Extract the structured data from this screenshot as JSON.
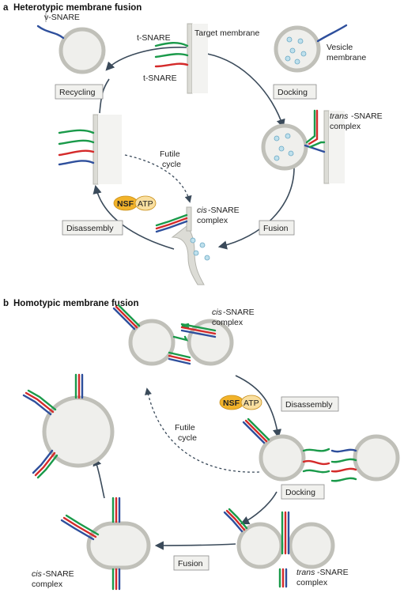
{
  "panel_a": {
    "letter": "a",
    "title": "Heterotypic membrane fusion",
    "labels": {
      "v_snare": "v-SNARE",
      "t_snare_top": "t-SNARE",
      "t_snare_bottom": "t-SNARE",
      "target_membrane": "Target membrane",
      "vesicle_membrane_1": "Vesicle",
      "vesicle_membrane_2": "membrane",
      "trans_italic": "trans",
      "trans_rest": "-SNARE",
      "trans_complex": "complex",
      "futile_1": "Futile",
      "futile_2": "cycle",
      "nsf": "NSF",
      "atp": "ATP",
      "cis_italic": "cis",
      "cis_rest": "-SNARE",
      "cis_complex": "complex"
    },
    "steps": {
      "recycling": "Recycling",
      "docking": "Docking",
      "disassembly": "Disassembly",
      "fusion": "Fusion"
    }
  },
  "panel_b": {
    "letter": "b",
    "title": "Homotypic membrane fusion",
    "labels": {
      "cis_italic_top": "cis",
      "cis_rest_top": "-SNARE",
      "cis_complex_top": "complex",
      "nsf": "NSF",
      "atp": "ATP",
      "futile_1": "Futile",
      "futile_2": "cycle",
      "cis_italic_bottom": "cis",
      "cis_rest_bottom": "-SNARE",
      "cis_complex_bottom": "complex",
      "trans_italic": "trans",
      "trans_rest": "-SNARE",
      "trans_complex": "complex"
    },
    "steps": {
      "disassembly": "Disassembly",
      "docking": "Docking",
      "fusion": "Fusion"
    }
  },
  "colors": {
    "qa_snare": "#1a9a4a",
    "qb_snare": "#d42a2a",
    "r_snare": "#2e4f9c",
    "nsf": "#f2b32a",
    "vesicle_cargo": "#bfe0ec"
  }
}
